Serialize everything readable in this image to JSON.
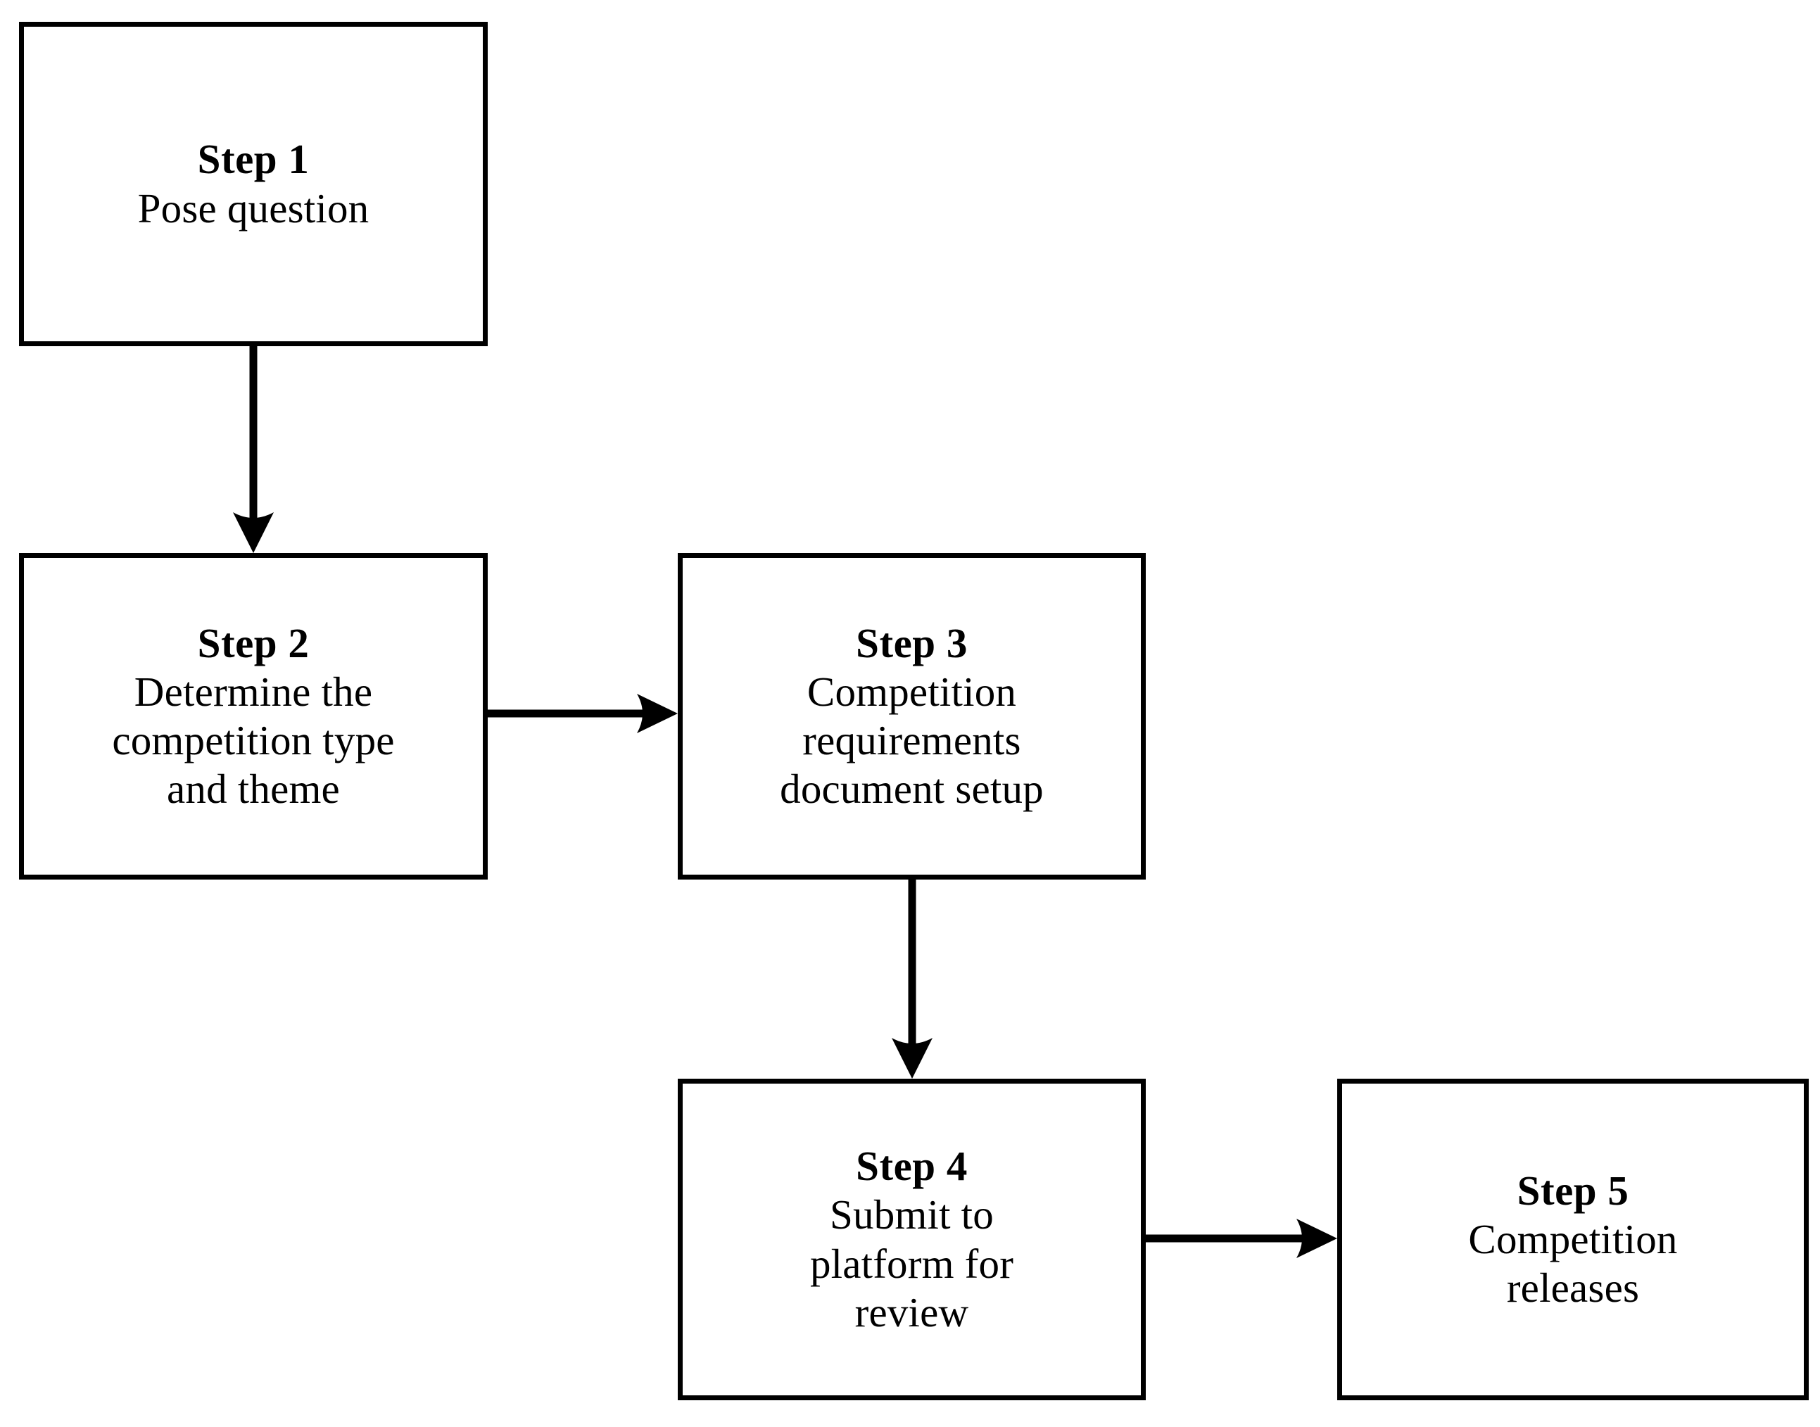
{
  "diagram": {
    "type": "flowchart",
    "orientation": "mixed",
    "background_color": "#ffffff",
    "stroke_color": "#000000",
    "nodes": [
      {
        "id": "step-1",
        "title": "Step 1",
        "lines": [
          "Pose question"
        ]
      },
      {
        "id": "step-2",
        "title": "Step 2",
        "lines": [
          "Determine the",
          "competition type",
          "and theme"
        ]
      },
      {
        "id": "step-3",
        "title": "Step 3",
        "lines": [
          "Competition",
          "requirements",
          "document setup"
        ]
      },
      {
        "id": "step-4",
        "title": "Step 4",
        "lines": [
          "Submit to",
          "platform for",
          "review"
        ]
      },
      {
        "id": "step-5",
        "title": "Step 5",
        "lines": [
          "Competition",
          "releases"
        ]
      }
    ],
    "edges": [
      {
        "id": "edge-1-2",
        "from": "step-1",
        "to": "step-2",
        "direction": "down",
        "label": ""
      },
      {
        "id": "edge-2-3",
        "from": "step-2",
        "to": "step-3",
        "direction": "right",
        "label": ""
      },
      {
        "id": "edge-3-4",
        "from": "step-3",
        "to": "step-4",
        "direction": "down",
        "label": ""
      },
      {
        "id": "edge-4-5",
        "from": "step-4",
        "to": "step-5",
        "direction": "right",
        "label": ""
      }
    ]
  }
}
